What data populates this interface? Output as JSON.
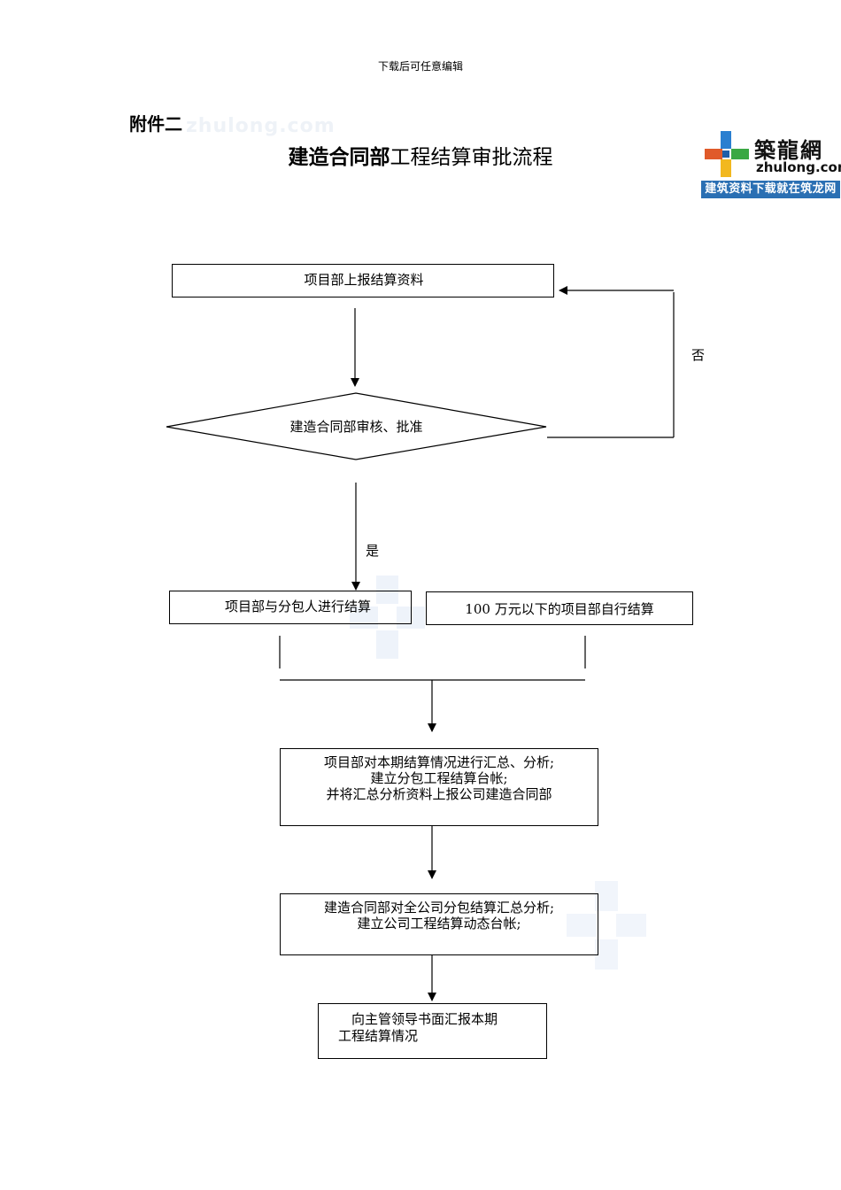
{
  "header_note": "下载后可任意编辑",
  "attachment_label": "附件二",
  "watermark_text": "zhulong.com",
  "title": {
    "bold_part": "建造合同部",
    "normal_part": "工程结算审批流程"
  },
  "logo": {
    "name": "築龍網",
    "domain": "zhulong.com",
    "slogan": "建筑资料下载就在筑龙网"
  },
  "flow": {
    "step1": "项目部上报结算资料",
    "decision": "建造合同部审核、批准",
    "no_label": "否",
    "yes_label": "是",
    "step2a": "项目部与分包人进行结算",
    "step2b": "100 万元以下的项目部自行结算",
    "step3": {
      "line1": "项目部对本期结算情况进行汇总、分析;",
      "line2": "建立分包工程结算台帐;",
      "line3": "并将汇总分析资料上报公司建造合同部"
    },
    "step4": {
      "line1": "建造合同部对全公司分包结算汇总分析;",
      "line2": "建立公司工程结算动态台帐;"
    },
    "step5": {
      "line1": "向主管领导书面汇报本期",
      "line2": "工程结算情况"
    }
  },
  "colors": {
    "logo_blue": "#2a6fb3",
    "watermark": "#eef2f7"
  }
}
